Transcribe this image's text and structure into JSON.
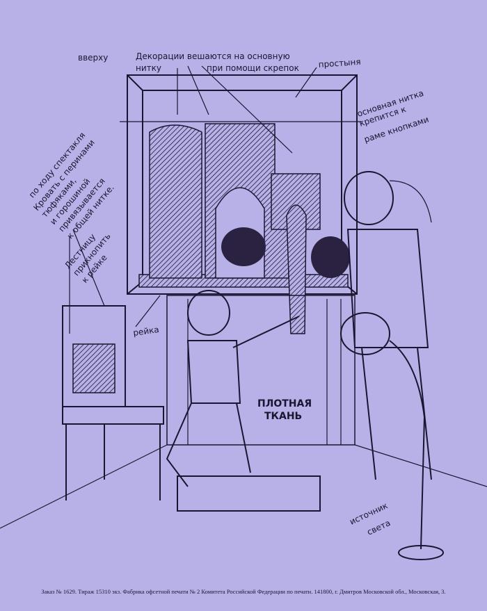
{
  "labels": {
    "top": "вверху",
    "decorations_line1": "Декорации вешаются на основную",
    "decorations_line2a": "нитку",
    "decorations_line2b": "при помощи скрепок",
    "sheet": "простыня",
    "main_thread_1": "основная нитка",
    "main_thread_2": "крепится к",
    "main_thread_3": "раме кнопками",
    "left_1": "по ходу спектакля",
    "left_2": "Кровать с перинами",
    "left_3": "тюфяками,",
    "left_4": "и горошиной",
    "left_5": "привязывается",
    "left_6": "к общей нитке.",
    "left_7": "Лестницу",
    "left_8": "прикнопить",
    "left_9": "к рейке",
    "rail": "рейка",
    "fabric_1": "ПЛОТНАЯ",
    "fabric_2": "ТКАНЬ",
    "light_1": "источник",
    "light_2": "света"
  },
  "footer": "Заказ № 1629. Тираж 15310 экз. Фабрика офсетной печати № 2 Комитета Российской Федерации по печати. 141800, г. Дмитров Московской обл., Московская, 3."
}
